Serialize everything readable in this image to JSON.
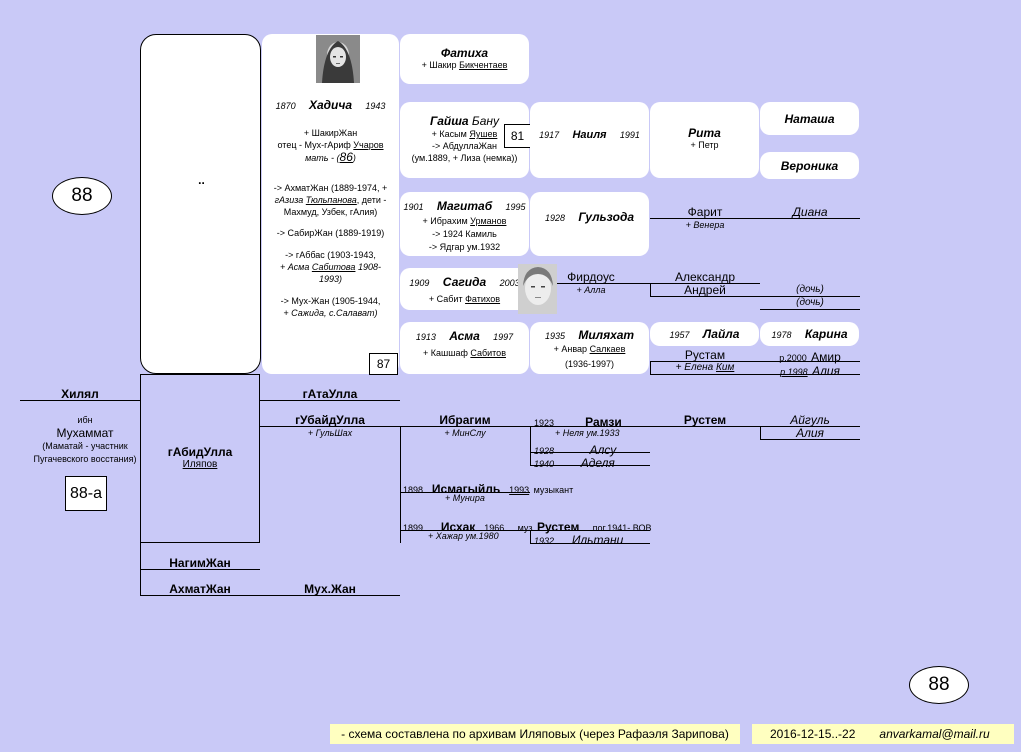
{
  "badges": {
    "left_oval": "88",
    "right_oval": "88",
    "left_square": "88-а",
    "n81": "81",
    "n87": "87"
  },
  "box_dots": "..",
  "khadicha": {
    "born": "1870",
    "name": "Хадича",
    "died": "1943",
    "spouse": "+ ШакирЖан",
    "father_prefix": "отец - Мух-гАриф ",
    "father_surname": "Учаров",
    "mother_prefix": "мать - (",
    "mother_ref": "86",
    "mother_suffix": ")",
    "c1a": "-> АхматЖан (1889-1974, +",
    "c1b_pre": "гАзиза ",
    "c1b_surname": "Тюльпанова",
    "c1b_post": ", дети -",
    "c1c": "Махмуд, Узбек, гАлия)",
    "c2": "-> СабирЖан (1889-1919)",
    "c3a": "-> гАббас (1903-1943,",
    "c3b_pre": "+ Асма ",
    "c3b_surname": "Сабитова",
    "c3b_post": " 1908-",
    "c3c": "1993)",
    "c4a": "-> Мух-Жан (1905-1944,",
    "c4b": "+ Сажида,  с.Салават)"
  },
  "fatikha": {
    "name": "Фатиха",
    "spouse_pre": "+ Шакир ",
    "spouse_surname": "Бикчентаев"
  },
  "gaysha": {
    "name": "Гайша",
    "name2": " Бану",
    "s1_pre": "+ Касым ",
    "s1_surname": "Яушев",
    "s2": "-> АбдуллаЖан",
    "s3": "(ум.1889, + Лиза (немка))"
  },
  "naila": {
    "born": "1917",
    "name": "Наиля",
    "died": "1991"
  },
  "rita": {
    "name": "Рита",
    "spouse": "+ Петр"
  },
  "natasha": "Наташа",
  "veronika": "Вероника",
  "magitab": {
    "born": "1901",
    "name": "Магитаб",
    "died": "1995",
    "spouse_pre": "+ Ибрахим ",
    "spouse_surname": "Урманов",
    "c1": "-> 1924 Камиль",
    "c2": "-> Ядгар ум.1932"
  },
  "gulzoda": {
    "born": "1928",
    "name": "Гульзода"
  },
  "farit": {
    "name": "Фарит",
    "spouse": "+ Венера"
  },
  "diana": "Диана",
  "sagida": {
    "born": "1909",
    "name": "Сагида",
    "died": "2003",
    "spouse_pre": "+ Сабит ",
    "spouse_surname": "Фатихов"
  },
  "firdous": {
    "name": "Фирдоус",
    "spouse": "+ Алла"
  },
  "aleksandr": "Александр",
  "andrey": "Андрей",
  "doch1": "(дочь)",
  "doch2": "(дочь)",
  "asma": {
    "born": "1913",
    "name": "Асма",
    "died": "1997",
    "spouse_pre": "+ Кашшаф ",
    "spouse_surname": "Сабитов"
  },
  "milyakhat": {
    "born": "1935",
    "name": "Миляхат",
    "spouse_pre": "+ Анвар ",
    "spouse_surname": "Салкаев",
    "years": "(1936-1997)"
  },
  "layla": {
    "born": "1957",
    "name": "Лайла"
  },
  "karina": {
    "born": "1978",
    "name": "Карина"
  },
  "rustam": {
    "name": "Рустам",
    "spouse_pre": "+ Елена ",
    "spouse_surname": "Ким"
  },
  "amir": {
    "born": "р.2000",
    "name": "Амир"
  },
  "aliya1": {
    "born": "р.1998",
    "name": "Алия"
  },
  "khilyal": "Хилял",
  "ibn": {
    "l1": "ибн",
    "l2": "Мухаммат",
    "l3": "(Маматай - участник",
    "l4": "Пугачевского восстания)"
  },
  "gabidulla": {
    "name": "гАбидУлла",
    "surname": "Иляпов"
  },
  "gataulla": "гАтаУлла",
  "gubaydulla": {
    "name": "гУбайдУлла",
    "spouse": "+ ГульШах"
  },
  "ibragim": {
    "name": "Ибрагим",
    "spouse": "+ МинСлу"
  },
  "ramzi": {
    "born": "1923",
    "name": "Рамзи",
    "spouse": "+ Неля   ум.1933"
  },
  "rustem1": "Рустем",
  "aygul": "Айгуль",
  "aliya2": "Алия",
  "alsu": {
    "born": "1928",
    "name": "Алсу"
  },
  "adelya": {
    "born": "1940",
    "name": "Аделя"
  },
  "ismagil": {
    "born": "1898",
    "name": "Исмагыйль",
    "died": "1993",
    "note": "музыкант",
    "spouse": "+ Мунира"
  },
  "iskhak": {
    "born": "1899",
    "name": "Исхак",
    "died": "1966",
    "note": "музыкант",
    "spouse": "+ Хажар  ум.1980"
  },
  "rustem2": {
    "name": "Рустем",
    "note": "пог.1941- ВОВ"
  },
  "iltani": {
    "born": "1932",
    "name": "Ильтани"
  },
  "nagimzhan": "НагимЖан",
  "akhmatzhan": "АхматЖан",
  "mukhzhan": "Мух.Жан",
  "footer": {
    "note": "- схема составлена по архивам Иляповых (через Рафаэля Зарипова)",
    "date": "2016-12-15..-22",
    "email": "anvarkamal@mail.ru"
  }
}
